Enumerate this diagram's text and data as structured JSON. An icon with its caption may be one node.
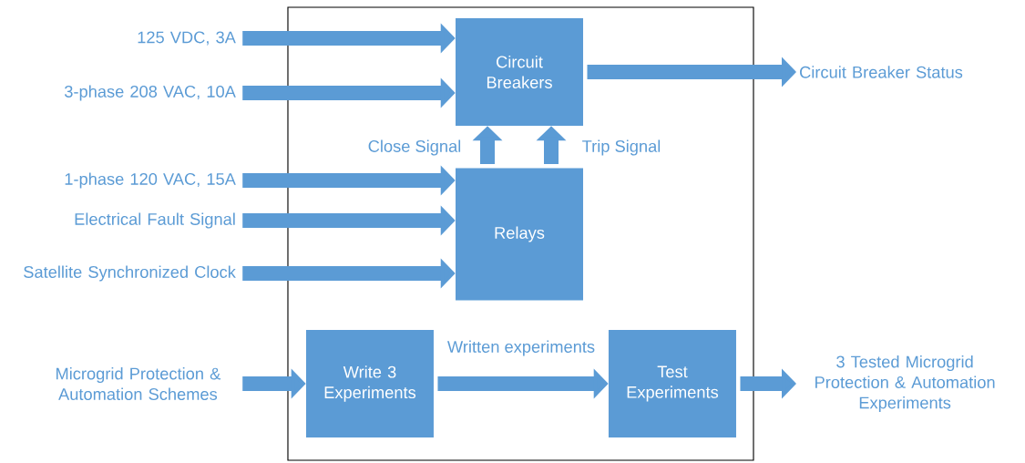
{
  "diagram": {
    "nodes": [
      {
        "text": [],
        "shape": "box"
      },
      {
        "text": [
          "Circuit Breakers"
        ],
        "in": 0
      },
      {
        "text": [
          "Relays"
        ],
        "in": 0
      },
      {
        "text": [
          "Write 3 Experiments"
        ],
        "in": 0
      },
      {
        "text": [
          "Test Experiments"
        ],
        "in": 0
      },
      {
        "text": [
          "125 VDC, 3A"
        ]
      },
      {
        "text": [
          "3-phase 208 VAC, 10A"
        ]
      },
      {
        "text": [
          "1-phase 120 VAC, 15A"
        ]
      },
      {
        "text": [
          "Electrical Fault Signal"
        ]
      },
      {
        "text": [
          "Satellite Synchronized Clock"
        ]
      },
      {
        "text": [
          "Microgrid Protection & Automation Schemes"
        ]
      },
      {
        "text": [
          "Circuit Breaker Status"
        ]
      },
      {
        "text": [
          "3 Tested Microgrid Protection & Automation Experiments"
        ]
      }
    ],
    "edges": [
      {
        "from": 5,
        "to": 1,
        "arrow": "to"
      },
      {
        "from": 6,
        "to": 1,
        "arrow": "to"
      },
      {
        "from": 1,
        "to": 11,
        "arrow": "to"
      },
      {
        "from": 2,
        "to": 1,
        "arrow": "to",
        "label": "Close Signal"
      },
      {
        "from": 2,
        "to": 1,
        "arrow": "to",
        "label": "Trip Signal"
      },
      {
        "from": 7,
        "to": 2,
        "arrow": "to"
      },
      {
        "from": 8,
        "to": 2,
        "arrow": "to"
      },
      {
        "from": 9,
        "to": 2,
        "arrow": "to"
      },
      {
        "from": 10,
        "to": 3,
        "arrow": "to"
      },
      {
        "from": 3,
        "to": 4,
        "arrow": "to",
        "label": "Written experiments"
      },
      {
        "from": 4,
        "to": 12,
        "arrow": "to"
      }
    ]
  }
}
